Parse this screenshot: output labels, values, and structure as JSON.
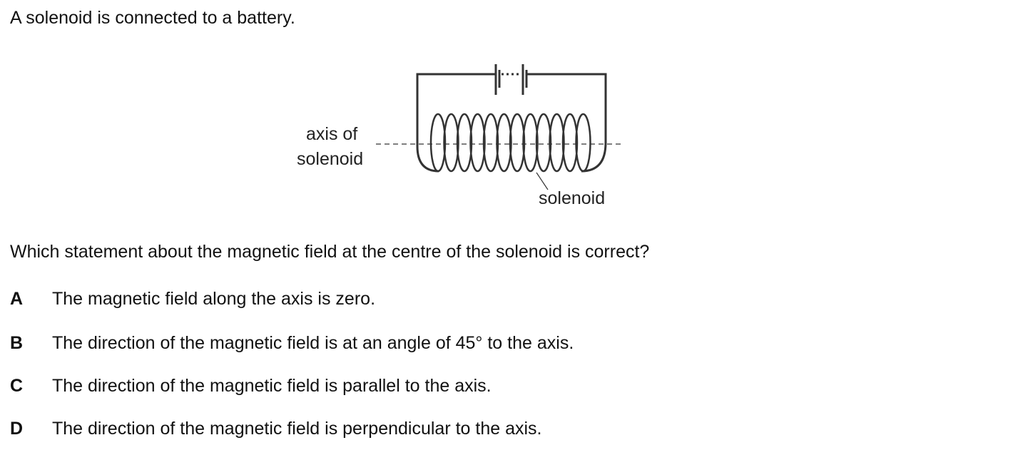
{
  "intro": "A solenoid is connected to a battery.",
  "diagram": {
    "axis_label_line1": "axis of",
    "axis_label_line2": "solenoid",
    "solenoid_label": "solenoid"
  },
  "question": "Which statement about the magnetic field at the centre of the solenoid is correct?",
  "options": [
    {
      "letter": "A",
      "text": "The magnetic field along the axis is zero."
    },
    {
      "letter": "B",
      "text": "The direction of the magnetic field is at an angle of 45° to the axis."
    },
    {
      "letter": "C",
      "text": "The direction of the magnetic field is parallel to the axis."
    },
    {
      "letter": "D",
      "text": "The direction of the magnetic field is perpendicular to the axis."
    }
  ]
}
